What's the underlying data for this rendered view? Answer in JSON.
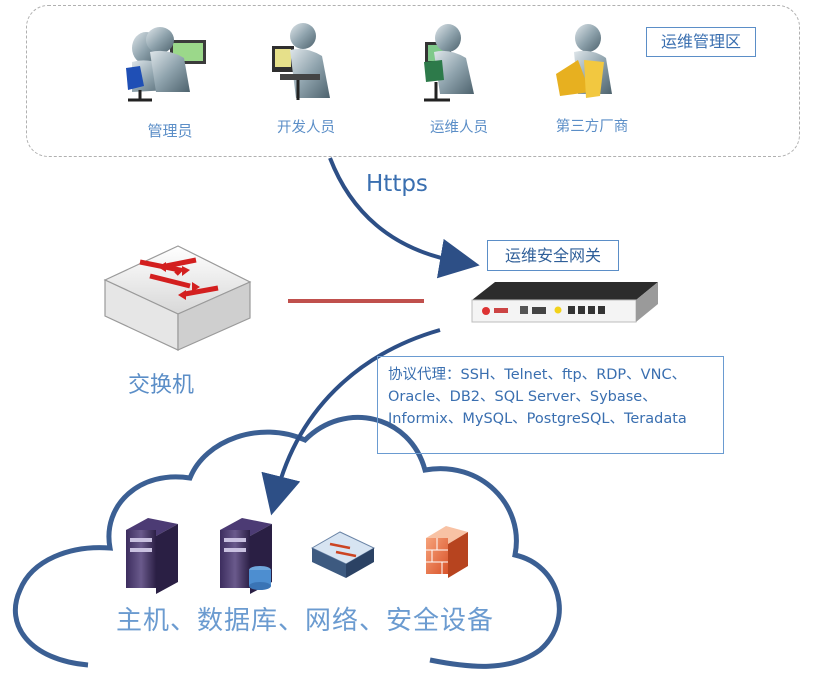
{
  "zone": {
    "label": "运维管理区"
  },
  "people": [
    {
      "id": "admin",
      "label": "管理员"
    },
    {
      "id": "developer",
      "label": "开发人员"
    },
    {
      "id": "operator",
      "label": "运维人员"
    },
    {
      "id": "vendor",
      "label": "第三方厂商"
    }
  ],
  "links": {
    "https_label": "Https"
  },
  "gateway": {
    "label": "运维安全网关"
  },
  "switch": {
    "label": "交换机"
  },
  "protocols": {
    "lines": [
      "协议代理：SSH、Telnet、ftp、RDP、VNC、",
      "Oracle、DB2、SQL Server、Sybase、",
      "Informix、MySQL、PostgreSQL、Teradata"
    ]
  },
  "cloud": {
    "label": "主机、数据库、网络、安全设备"
  },
  "colors": {
    "accent": "#3a6fb0",
    "arrow": "#2d4f86",
    "link_red": "#c0504d"
  }
}
